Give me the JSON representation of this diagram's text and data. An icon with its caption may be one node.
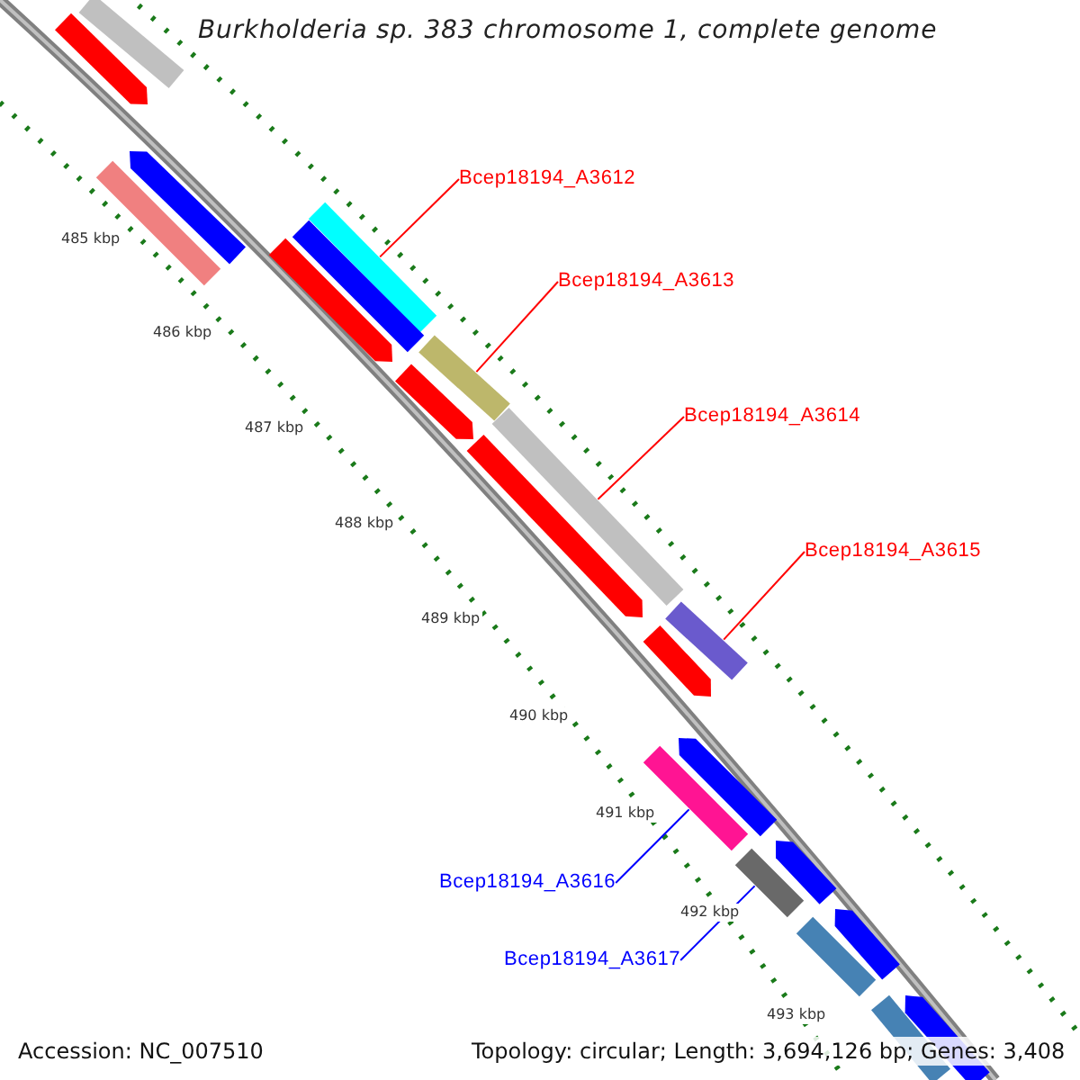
{
  "diagram": {
    "title": "Burkholderia sp. 383 chromosome 1, complete genome",
    "nodes": [
      {
        "text": [
          "Bcep18194_A3612"
        ]
      },
      {
        "text": [
          "Bcep18194_A3613"
        ]
      },
      {
        "text": [
          "Bcep18194_A3614"
        ]
      },
      {
        "text": [
          "Bcep18194_A3615"
        ]
      },
      {
        "text": [
          "Bcep18194_A3616"
        ]
      },
      {
        "text": [
          "Bcep18194_A3617"
        ]
      },
      {
        "text": [],
        "shape": "bar"
      },
      {
        "text": [],
        "shape": "arrow"
      },
      {
        "text": [],
        "shape": "arrow"
      },
      {
        "text": [],
        "shape": "bar"
      },
      {
        "text": [],
        "shape": "bar"
      },
      {
        "text": [],
        "shape": "bar"
      },
      {
        "text": [],
        "shape": "arrow"
      },
      {
        "text": [],
        "shape": "bar"
      },
      {
        "text": [],
        "shape": "arrow"
      },
      {
        "text": [],
        "shape": "bar"
      },
      {
        "text": [],
        "shape": "arrow"
      },
      {
        "text": [],
        "shape": "bar"
      },
      {
        "text": [],
        "shape": "arrow"
      },
      {
        "text": [],
        "shape": "arrow"
      },
      {
        "text": [],
        "shape": "bar"
      },
      {
        "text": [],
        "shape": "arrow"
      },
      {
        "text": [],
        "shape": "bar"
      },
      {
        "text": [],
        "shape": "arrow"
      },
      {
        "text": [],
        "shape": "bar"
      },
      {
        "text": [],
        "shape": "arrow"
      },
      {
        "text": [],
        "shape": "bar"
      }
    ],
    "edges": [
      {
        "from": 0,
        "to": 10,
        "arrow": "none"
      },
      {
        "from": 1,
        "to": 13,
        "arrow": "none"
      },
      {
        "from": 2,
        "to": 15,
        "arrow": "none"
      },
      {
        "from": 3,
        "to": 17,
        "arrow": "none"
      },
      {
        "from": 4,
        "to": 20,
        "arrow": "none",
        "color": "#0000ff"
      },
      {
        "from": 5,
        "to": 22,
        "arrow": "none",
        "color": "#0000ff"
      }
    ],
    "labels": [
      "485 kbp",
      "486 kbp",
      "487 kbp",
      "488 kbp",
      "489 kbp",
      "490 kbp",
      "491 kbp",
      "492 kbp",
      "493 kbp",
      "Accession: NC_007510",
      "Topology: circular; Length: 3,694,126 bp; Genes: 3,408"
    ]
  }
}
